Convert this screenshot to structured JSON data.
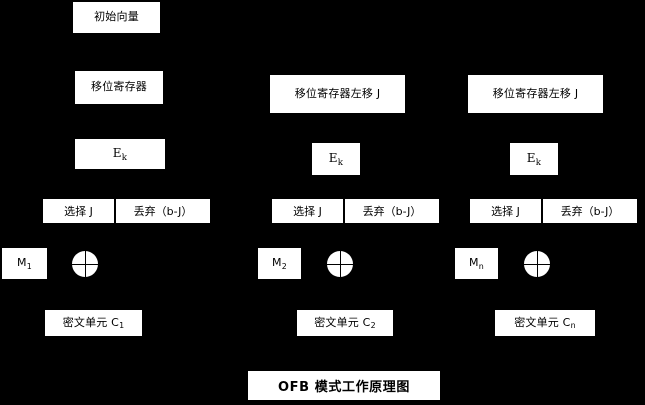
{
  "diagram": {
    "title": "OFB 模式工作原理图",
    "background_color": "#000000",
    "box_color": "#ffffff",
    "text_color": "#000000"
  },
  "initial_vector": {
    "label": "初始向量"
  },
  "columns": [
    {
      "id": "column-1",
      "shift_register": "移位寄存器",
      "encrypt_label": "E",
      "encrypt_sub": "k",
      "select_label": "选择 J",
      "discard_label": "丢弃（b-J）",
      "plaintext_label": "M",
      "plaintext_sub": "1",
      "xor_label": "xor-operator",
      "ciphertext_label": "密文单元 C",
      "ciphertext_sub": "1"
    },
    {
      "id": "column-2",
      "shift_register": "移位寄存器左移 J",
      "encrypt_label": "E",
      "encrypt_sub": "k",
      "select_label": "选择 J",
      "discard_label": "丢弃（b-J）",
      "plaintext_label": "M",
      "plaintext_sub": "2",
      "xor_label": "xor-operator",
      "ciphertext_label": "密文单元 C",
      "ciphertext_sub": "2"
    },
    {
      "id": "column-3",
      "shift_register": "移位寄存器左移 J",
      "encrypt_label": "E",
      "encrypt_sub": "k",
      "select_label": "选择 J",
      "discard_label": "丢弃（b-J）",
      "plaintext_label": "M",
      "plaintext_sub": "n",
      "xor_label": "xor-operator",
      "ciphertext_label": "密文单元 C",
      "ciphertext_sub": "n"
    }
  ]
}
